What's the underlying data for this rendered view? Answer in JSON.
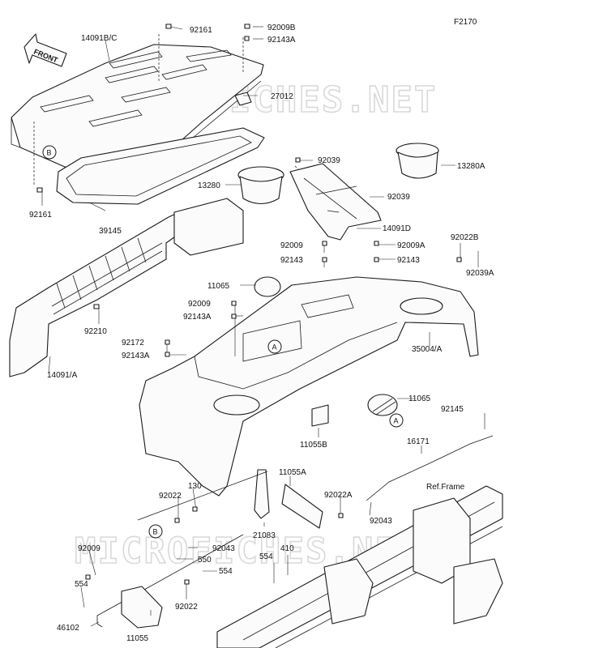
{
  "diagram_code": "F2170",
  "watermark": "MICROFICHES.NET",
  "front_arrow_label": "FRONT",
  "ref_frame_label": "Ref.Frame",
  "callouts": {
    "A": "A",
    "B": "B"
  },
  "parts": {
    "p14091BC": "14091B/C",
    "p92161_top": "92161",
    "p92009B": "92009B",
    "p92143A_top": "92143A",
    "p27012": "27012",
    "p92161_left": "92161",
    "p39145": "39145",
    "p92039_a": "92039",
    "p13280": "13280",
    "p13280A": "13280A",
    "p92039_b": "92039",
    "p14091D": "14091D",
    "p92009": "92009",
    "p92143": "92143",
    "p92009A": "92009A",
    "p92143_b": "92143",
    "p92022B": "92022B",
    "p92039A": "92039A",
    "p11065_a": "11065",
    "p92009_b": "92009",
    "p92143A_b": "92143A",
    "p92210": "92210",
    "p92172": "92172",
    "p92143A_c": "92143A",
    "p35004A": "35004/A",
    "p14091A": "14091/A",
    "p11065_b": "11065",
    "p92145": "92145",
    "p11055B": "11055B",
    "p16171": "16171",
    "p11055A": "11055A",
    "p130": "130",
    "p92022": "92022",
    "p92022A": "92022A",
    "p92043": "92043",
    "p21083": "21083",
    "p92043_b": "92043",
    "p92009_c": "92009",
    "p550": "550",
    "p554_a": "554",
    "p410": "410",
    "p554_b": "554",
    "p554_c": "554",
    "p92022_b": "92022",
    "p46102": "46102",
    "p11055": "11055"
  }
}
